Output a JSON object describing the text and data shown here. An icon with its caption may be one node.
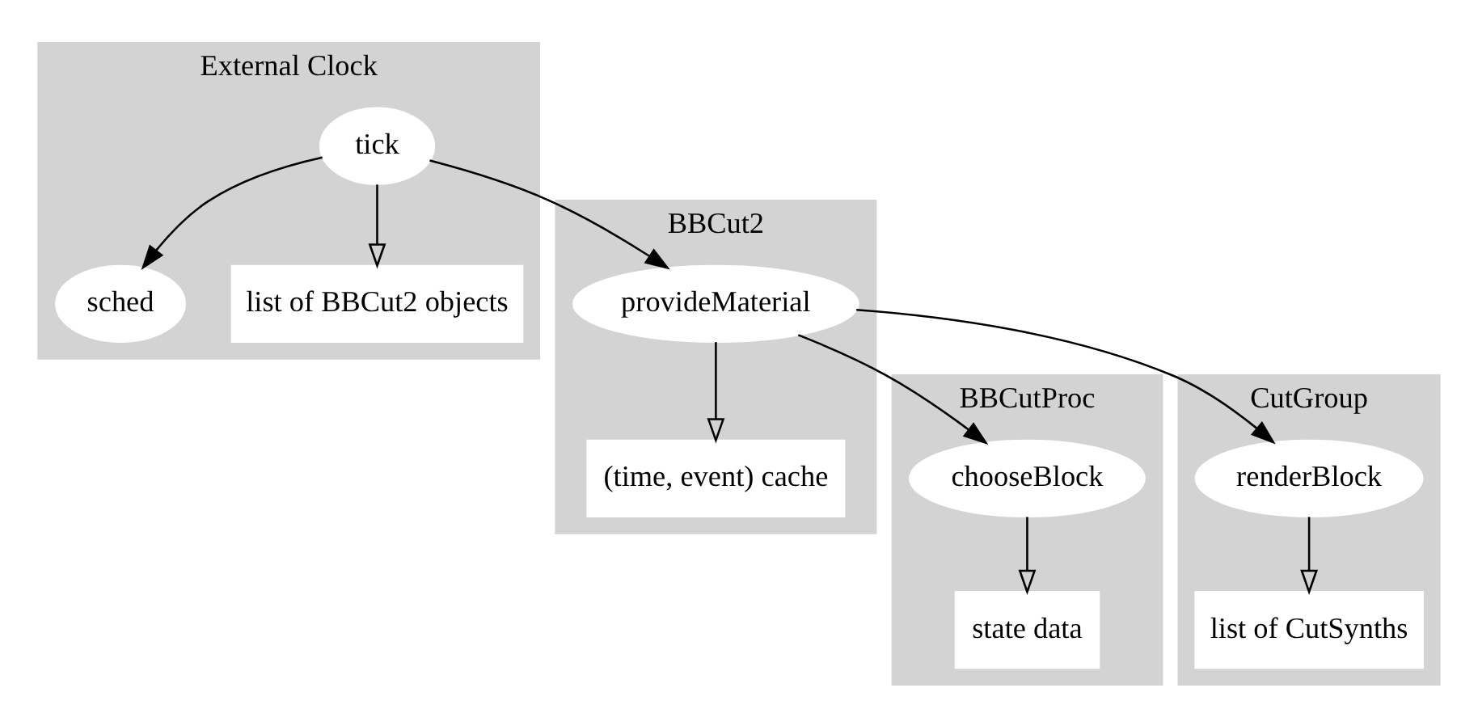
{
  "diagram": {
    "nodes": [
      {
        "text": [
          "External Clock"
        ]
      },
      {
        "text": [
          "tick"
        ],
        "in": 0
      },
      {
        "text": [
          "sched"
        ],
        "in": 0
      },
      {
        "text": [
          "list of BBCut2 objects"
        ],
        "in": 0
      },
      {
        "text": [
          "BBCut2"
        ]
      },
      {
        "text": [
          "provideMaterial"
        ],
        "in": 4
      },
      {
        "text": [
          "(time, event) cache"
        ],
        "in": 4
      },
      {
        "text": [
          "BBCutProc"
        ]
      },
      {
        "text": [
          "chooseBlock"
        ],
        "in": 7
      },
      {
        "text": [
          "state data"
        ],
        "in": 7
      },
      {
        "text": [
          "CutGroup"
        ]
      },
      {
        "text": [
          "renderBlock"
        ],
        "in": 10
      },
      {
        "text": [
          "list of CutSynths"
        ],
        "in": 10
      }
    ],
    "edges": [
      {
        "from": 1,
        "to": 2,
        "arrow": "to"
      },
      {
        "from": 1,
        "to": 3,
        "arrow": "to"
      },
      {
        "from": 1,
        "to": 5,
        "arrow": "to"
      },
      {
        "from": 5,
        "to": 6,
        "arrow": "to"
      },
      {
        "from": 5,
        "to": 8,
        "arrow": "to"
      },
      {
        "from": 5,
        "to": 11,
        "arrow": "to"
      },
      {
        "from": 8,
        "to": 9,
        "arrow": "to"
      },
      {
        "from": 11,
        "to": 12,
        "arrow": "to"
      }
    ]
  }
}
